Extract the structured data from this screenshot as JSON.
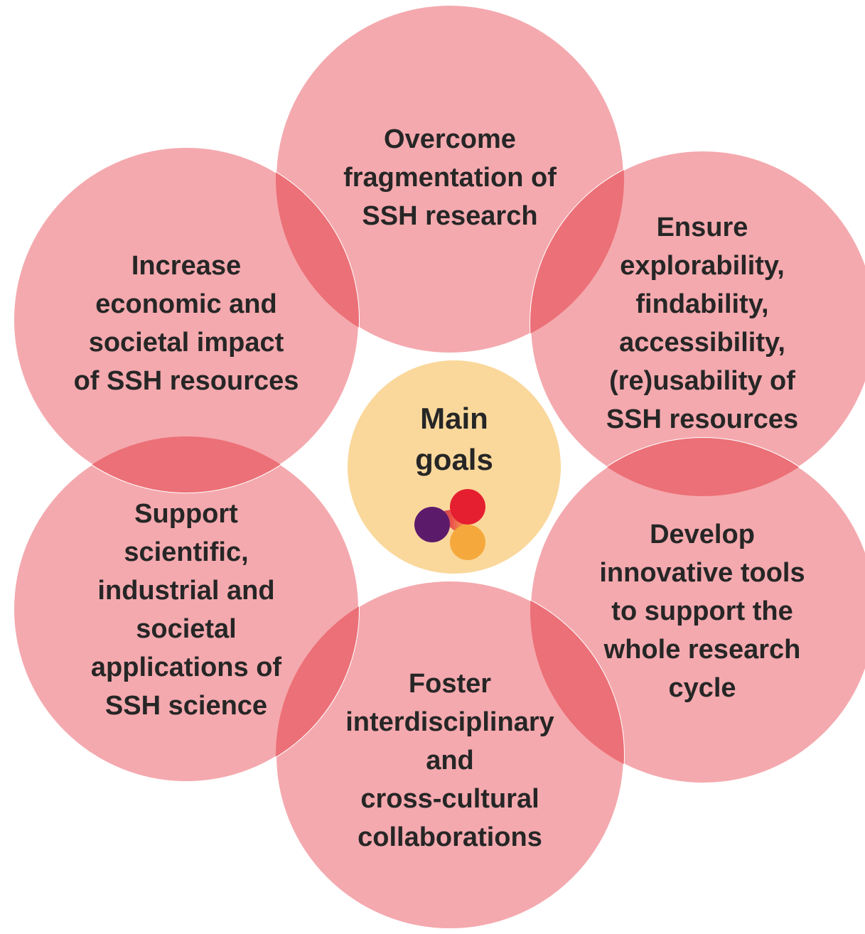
{
  "colors": {
    "petal_fill": "#f4a9ae",
    "petal_overlap": "#ec7077",
    "center_fill": "#fad89b",
    "text": "#262626",
    "logo_purple": "#5c1a6b",
    "logo_red": "#e51f2f",
    "logo_orange": "#f5a93d"
  },
  "center": {
    "label": "Main\ngoals",
    "logo_icon": "colored-dots-logo-icon"
  },
  "goals": [
    {
      "id": "top",
      "label": "Overcome\nfragmentation of\nSSH research"
    },
    {
      "id": "upper-right",
      "label": "Ensure\nexplorability,\nfindability,\naccessibility,\n(re)usability of\nSSH resources"
    },
    {
      "id": "lower-right",
      "label": "Develop\ninnovative tools\nto support the\nwhole research\ncycle"
    },
    {
      "id": "bottom",
      "label": "Foster\ninterdisciplinary\nand\ncross-cultural\ncollaborations"
    },
    {
      "id": "lower-left",
      "label": "Support\nscientific,\nindustrial and\nsocietal\napplications of\nSSH science"
    },
    {
      "id": "upper-left",
      "label": "Increase\neconomic and\nsocietal impact\nof SSH resources"
    }
  ]
}
